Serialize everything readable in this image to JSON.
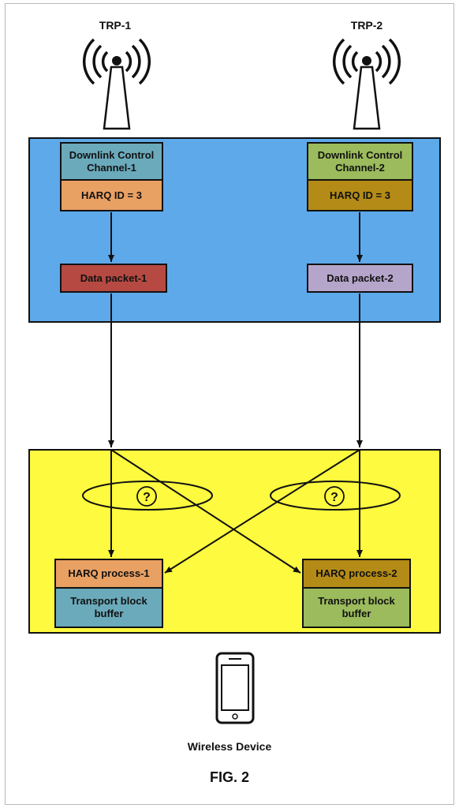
{
  "trp1": {
    "label": "TRP-1"
  },
  "trp2": {
    "label": "TRP-2"
  },
  "dcc1": {
    "label": "Downlink Control\nChannel-1",
    "color": "#6baabb"
  },
  "harq_id1": {
    "label": "HARQ ID = 3",
    "color": "#e9a063"
  },
  "dcc2": {
    "label": "Downlink Control\nChannel-2",
    "color": "#9bbb5c"
  },
  "harq_id2": {
    "label": "HARQ ID = 3",
    "color": "#b48b16"
  },
  "packet1": {
    "label": "Data packet-1",
    "color": "#b64a42"
  },
  "packet2": {
    "label": "Data packet-2",
    "color": "#b6a5cb"
  },
  "unknown_mark": "?",
  "proc1": {
    "label": "HARQ process-1",
    "color": "#e9a063"
  },
  "buffer1": {
    "label": "Transport block\nbuffer",
    "color": "#6baabb"
  },
  "proc2": {
    "label": "HARQ process-2",
    "color": "#b48b16"
  },
  "buffer2": {
    "label": "Transport block\nbuffer",
    "color": "#9bbb5c"
  },
  "device_label": "Wireless Device",
  "figure_caption": "FIG. 2"
}
